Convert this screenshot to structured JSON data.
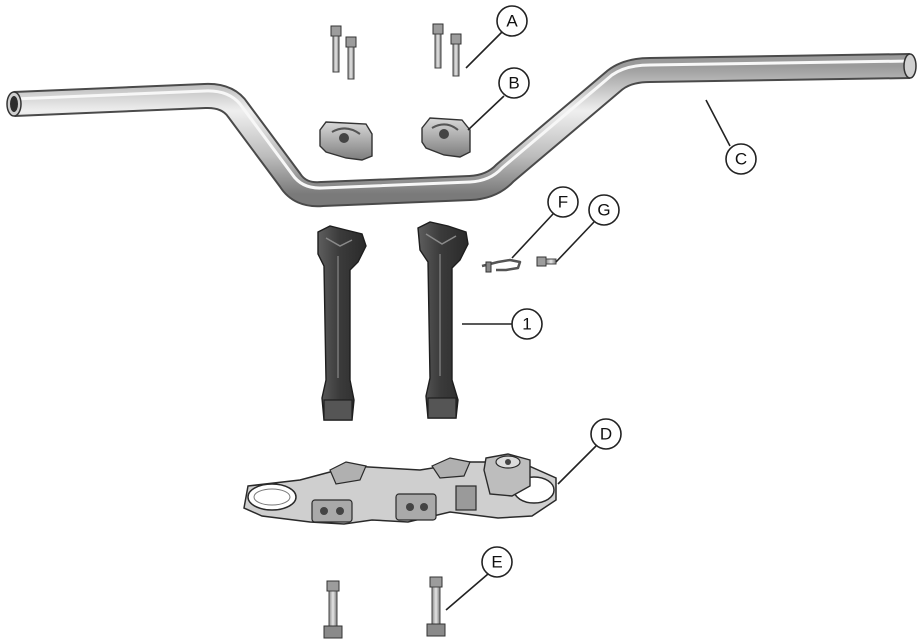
{
  "callouts": {
    "a": "A",
    "b": "B",
    "c": "C",
    "d": "D",
    "e": "E",
    "f": "F",
    "g": "G",
    "one": "1"
  },
  "colors": {
    "metal_light": "#e2e2e2",
    "metal_mid": "#b5b5b5",
    "metal_dark": "#6e6e6e",
    "riser_dark": "#3a3a3a",
    "riser_light": "#5a5a5a",
    "outline": "#222222"
  }
}
